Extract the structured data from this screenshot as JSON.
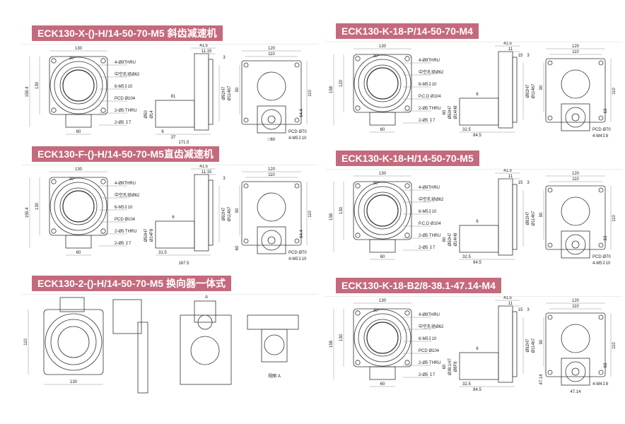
{
  "panels": [
    {
      "title": "ECK130-X-()-H/14-50-70-M5 斜齿减速机",
      "front": {
        "w": "130",
        "h1": "159.4",
        "h2": "130",
        "b": "60",
        "ang": "30°",
        "c1": "4-Ø9THRU",
        "c2": "中空孔径Ø62",
        "c3": "6-M5↧10",
        "c4": "PCD Ø104",
        "c5": "2-Ø5 THRU",
        "c6": "2-Ø5 ↧7"
      },
      "side": {
        "t1": "41.5",
        "t2": "11.15",
        "t3": "3",
        "v1": "Ø92H7",
        "v2": "Ø114h7",
        "l1": "81",
        "l2": "Ø50",
        "l3": "Ø14",
        "b1": "6",
        "b2": "37",
        "b3": "171.5"
      },
      "back": {
        "t1": "120",
        "t2": "110",
        "lv": "90",
        "rv1": "110",
        "rv2": "64.4",
        "lv2": "",
        "c1": "PCD Ø70",
        "c2": "4-M5↧10",
        "b1": "□60"
      }
    },
    {
      "title": "ECK130-K-18-P/14-50-70-M4",
      "front": {
        "w": "130",
        "h1": "158",
        "h2": "120",
        "b": "60",
        "ang": "30°",
        "c1": "4-Ø9THRU",
        "c2": "中空孔径Ø62",
        "c3": "6-M5↧10",
        "c4": "P.C.D Ø104",
        "c5": "2-Ø5 THRU",
        "c6": "2-Ø5 ↧7"
      },
      "side": {
        "t1": "41.5",
        "t2": "11",
        "t3": "3",
        "t4": "15",
        "v1": "Ø92H7",
        "v2": "Ø114h7",
        "l1": "6",
        "l2": "Ø50H7",
        "l3": "Ø14H8",
        "l4": "60",
        "b1": "32.5",
        "b2": "84.5",
        "b3": ""
      },
      "back": {
        "t1": "120",
        "t2": "110",
        "lv": "90",
        "rv1": "110",
        "rv2": "63",
        "lv2": "",
        "c1": "PCD Ø70",
        "c2": "4-M4↧8",
        "b1": ""
      }
    },
    {
      "title": "ECK130-F-()-H/14-50-70-M5直齿减速机",
      "front": {
        "w": "130",
        "h1": "159.4",
        "h2": "130",
        "b": "60",
        "ang": "30°",
        "c1": "4-Ø9THRU",
        "c2": "中空孔径Ø62",
        "c3": "6-M5↧10",
        "c4": "PCD Ø104",
        "c5": "2-Ø5 THRU",
        "c6": "2-Ø5 ↧7"
      },
      "side": {
        "t1": "41.5",
        "t2": "11.15",
        "t3": "3",
        "v1": "Ø92H7",
        "v2": "Ø114h7",
        "l1": "6",
        "l2": "Ø50H7",
        "l3": "Ø14F8",
        "b1": "31.5",
        "b2": "",
        "b3": "167.5"
      },
      "back": {
        "t1": "120",
        "t2": "110",
        "lv": "90",
        "rv1": "110",
        "rv2": "64.4",
        "lv2": "60",
        "c1": "PCD Ø70",
        "c2": "4-M5↧10",
        "b1": ""
      }
    },
    {
      "title": "ECK130-K-18-H/14-50-70-M5",
      "front": {
        "w": "130",
        "h1": "158",
        "h2": "130",
        "b": "60",
        "ang": "30°",
        "c1": "4-Ø9THRU",
        "c2": "中空孔径Ø62",
        "c3": "6-M5↧10",
        "c4": "P.C.D Ø104",
        "c5": "2-Ø5 THRU",
        "c6": "2-Ø5 ↧7"
      },
      "side": {
        "t1": "41.5",
        "t2": "11",
        "t3": "3",
        "t4": "15",
        "v1": "Ø92H7",
        "v2": "Ø114h7",
        "l1": "6",
        "l2": "Ø50H7",
        "l3": "Ø14H8",
        "l4": "60",
        "b1": "32.5",
        "b2": "84.5",
        "b3": ""
      },
      "back": {
        "t1": "120",
        "t2": "110",
        "lv": "90",
        "rv1": "110",
        "rv2": "63",
        "lv2": "",
        "c1": "PCD Ø70",
        "c2": "4-M5↧10",
        "b1": ""
      }
    },
    {
      "title": "ECK130-2-()-H/14-50-70-M5 换向器一体式",
      "labels": {
        "a": "A",
        "view": "视图 A",
        "w": "130",
        "h": "110"
      }
    },
    {
      "title": "ECK130-K-18-B2/8-38.1-47.14-M4",
      "front": {
        "w": "130",
        "h1": "158",
        "h2": "130",
        "b": "60",
        "ang": "30°",
        "c1": "4-Ø9THRU",
        "c2": "中空孔径Ø62",
        "c3": "6-M5↧10",
        "c4": "PCD Ø104",
        "c5": "2-Ø5 THRU",
        "c6": "2-Ø5 ↧7"
      },
      "side": {
        "t1": "41.5",
        "t2": "11",
        "t3": "3",
        "t4": "15",
        "v1": "Ø92H7",
        "v2": "Ø114h7",
        "l1": "6",
        "l2": "Ø38.1H7",
        "l3": "Ø8F8",
        "l4": "60",
        "b1": "32.5",
        "b2": "84.5",
        "b3": ""
      },
      "back": {
        "t1": "120",
        "t2": "110",
        "lv": "90",
        "rv1": "110",
        "rv2": "63",
        "lv2": "47.14",
        "c1": "4-M4↧8",
        "c2": "",
        "b1": "47.14"
      }
    }
  ],
  "colors": {
    "header_bg": "#c46a7c",
    "line": "#333333"
  }
}
